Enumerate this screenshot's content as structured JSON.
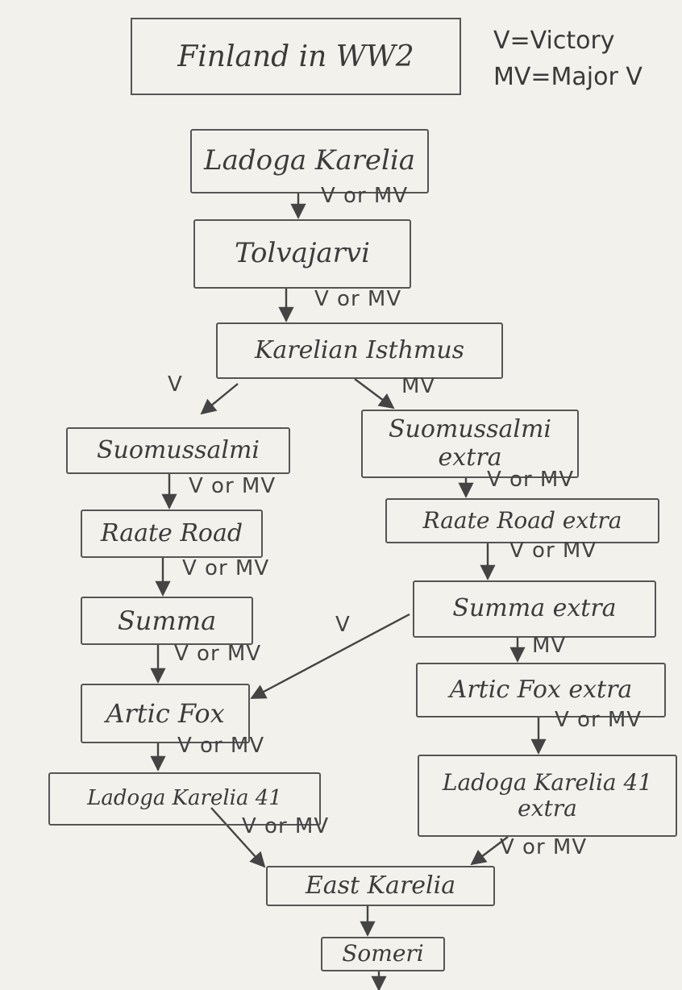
{
  "title": "Finland in WW2",
  "legend": {
    "line1": "V=Victory",
    "line2": "MV=Major V"
  },
  "nodes": {
    "ladoga_karelia": "Ladoga Karelia",
    "tolvajarvi": "Tolvajarvi",
    "karelian_isthmus": "Karelian Isthmus",
    "suomussalmi": "Suomussalmi",
    "suomussalmi_extra": "Suomussalmi extra",
    "raate_road": "Raate Road",
    "raate_road_extra": "Raate Road extra",
    "summa": "Summa",
    "summa_extra": "Summa extra",
    "artic_fox": "Artic Fox",
    "artic_fox_extra": "Artic Fox extra",
    "ladoga_karelia_41": "Ladoga Karelia 41",
    "ladoga_karelia_41_extra": "Ladoga Karelia 41 extra",
    "east_karelia": "East Karelia",
    "someri": "Someri"
  },
  "edge_labels": {
    "v_or_mv": "V or MV",
    "v": "V",
    "mv": "MV"
  }
}
